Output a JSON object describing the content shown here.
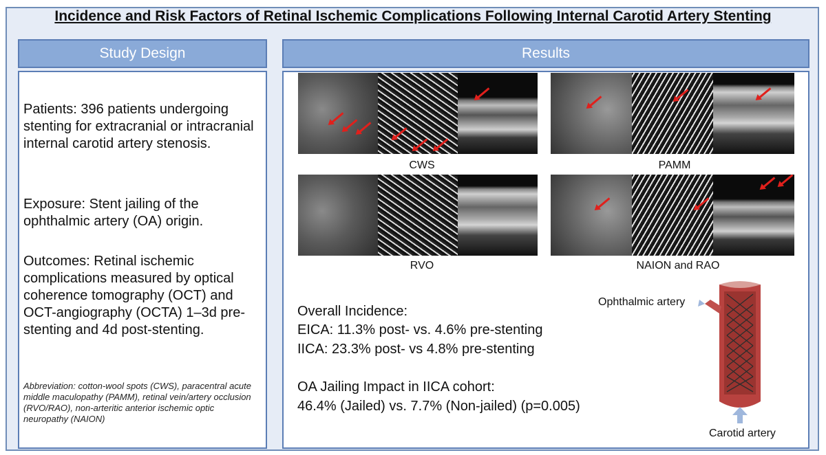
{
  "title": "Incidence and Risk Factors of Retinal Ischemic Complications Following Internal Carotid Artery Stenting",
  "study_design": {
    "header": "Study Design",
    "patients": "Patients: 396 patients undergoing stenting for extracranial or intracranial internal carotid artery stenosis.",
    "exposure": "Exposure: Stent jailing of the ophthalmic artery (OA) origin.",
    "outcomes": "Outcomes: Retinal ischemic complications measured by optical coherence tomography (OCT) and OCT-angiography (OCTA) 1–3d pre-stenting and 4d post-stenting.",
    "abbreviation": "Abbreviation: cotton-wool spots (CWS), paracentral acute middle maculopathy (PAMM), retinal vein/artery occlusion (RVO/RAO),  non-arteritic anterior ischemic optic neuropathy (NAION)"
  },
  "results": {
    "header": "Results",
    "image_labels": [
      "CWS",
      "PAMM",
      "RVO",
      "NAION and RAO"
    ],
    "overall_heading": "Overall Incidence:",
    "eica": "EICA: 11.3% post- vs. 4.6% pre-stenting",
    "iica": "IICA: 23.3% post- vs 4.8% pre-stenting",
    "oa_heading": "OA Jailing Impact in IICA cohort:",
    "oa_result": "46.4% (Jailed) vs. 7.7% (Non-jailed) (p=0.005)",
    "ophthalmic_label": "Ophthalmic artery",
    "carotid_label": "Carotid artery"
  },
  "colors": {
    "header_fill": "#8aaad8",
    "border": "#5b7db5",
    "arrow": "#e0201c",
    "artery": "#c0504d"
  }
}
